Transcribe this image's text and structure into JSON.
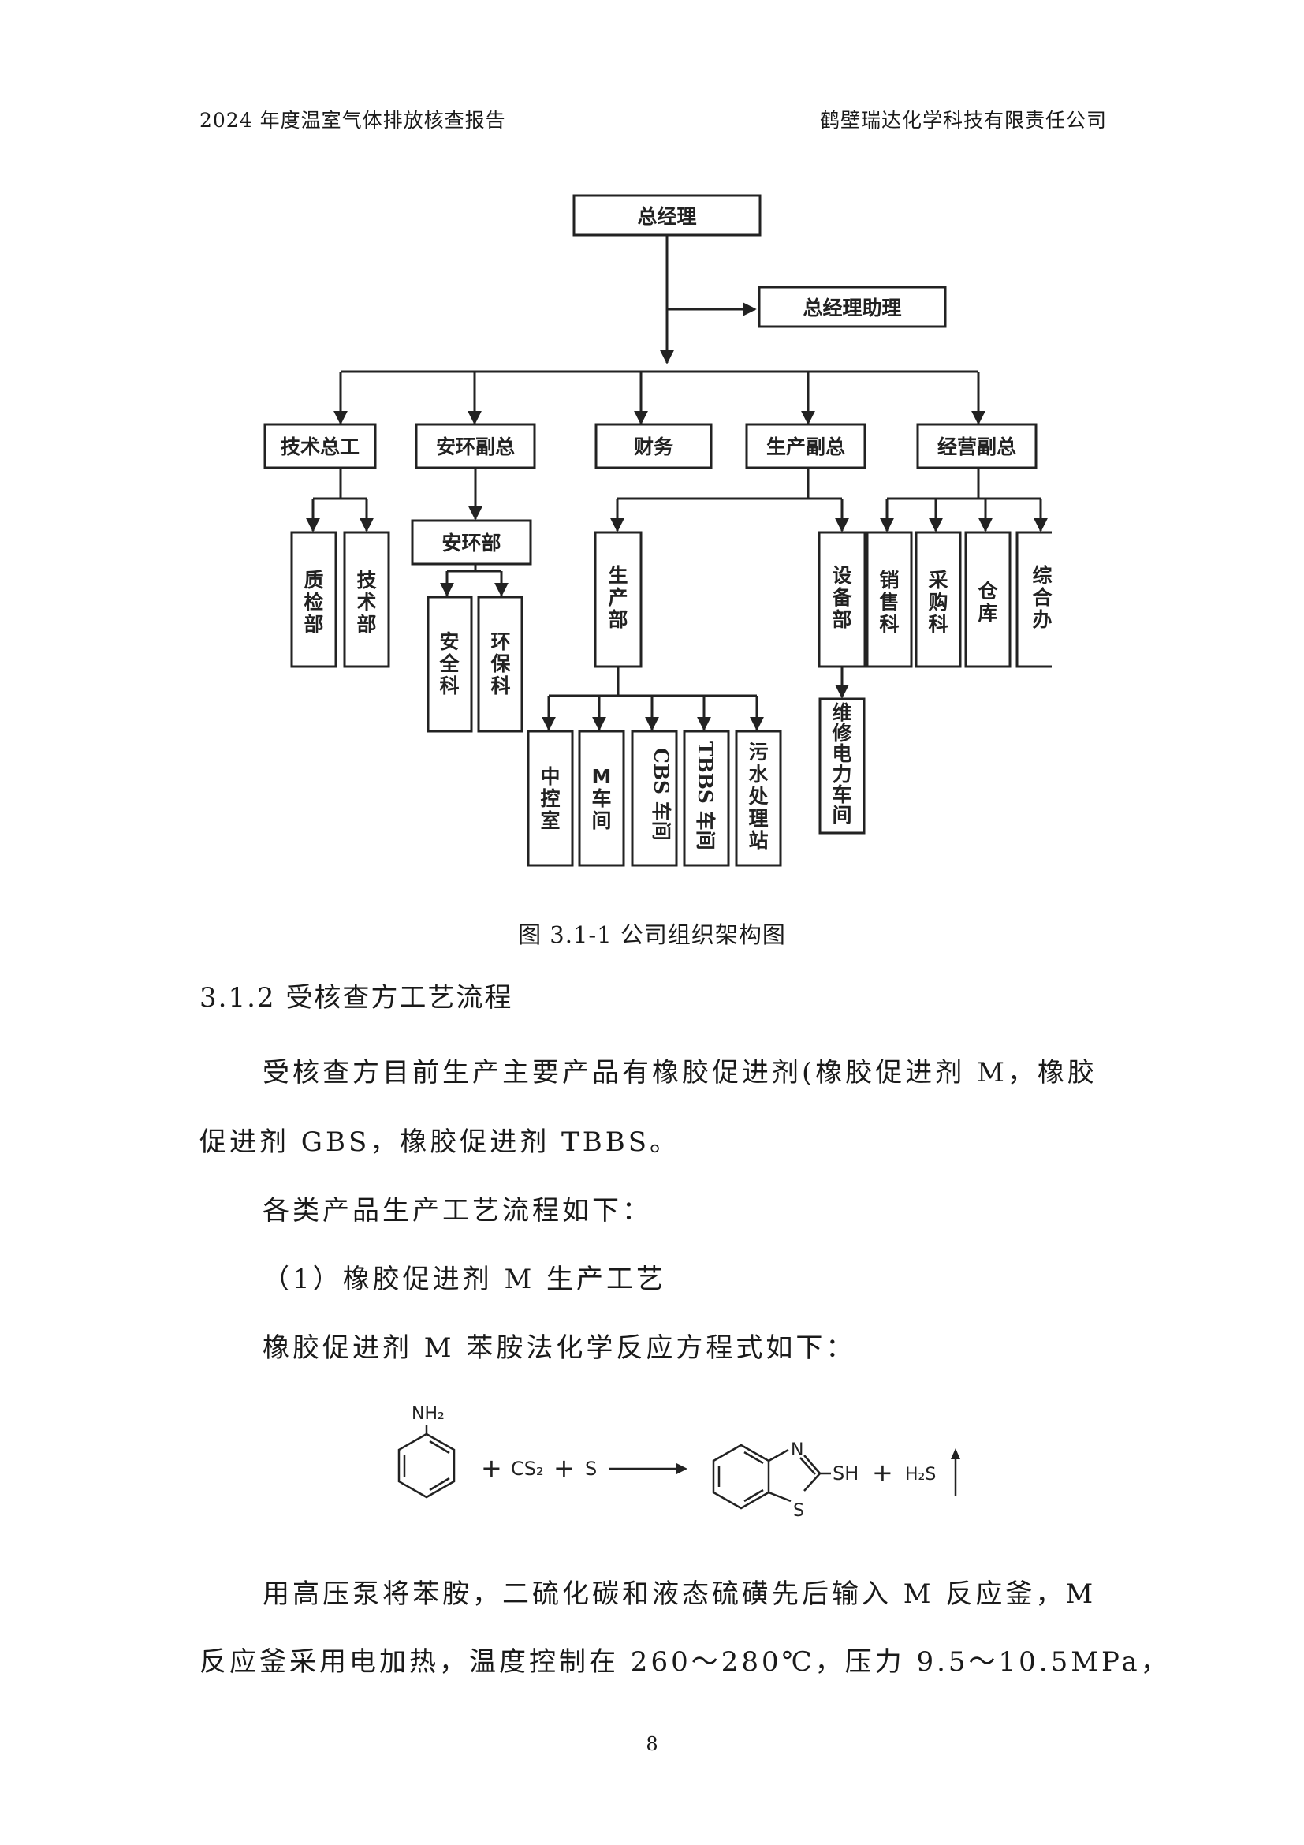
{
  "header": {
    "left": "2024 年度温室气体排放核查报告",
    "right": "鹤壁瑞达化学科技有限责任公司"
  },
  "org_chart": {
    "top": "总经理",
    "assistant": "总经理助理",
    "level2": [
      "技术总工",
      "安环副总",
      "财务",
      "生产副总",
      "经营副总"
    ],
    "tech": [
      "质检部",
      "技术部"
    ],
    "env_dept": "安环部",
    "env": [
      "安全科",
      "环保科"
    ],
    "production_dept": "生产部",
    "production": [
      "中控室",
      "M车间",
      "CBS车间",
      "TBBS车间",
      "污水处理站"
    ],
    "equipment_dept": "设备部",
    "maintenance": "维修电力车间",
    "business": [
      "销售科",
      "采购科",
      "仓库",
      "综合办"
    ]
  },
  "caption": "图 3.1-1  公司组织架构图",
  "section_heading": "3.1.2  受核查方工艺流程",
  "paragraphs": {
    "p1_line1": "受核查方目前生产主要产品有橡胶促进剂(橡胶促进剂 M，橡胶",
    "p1_line2": "促进剂 GBS，橡胶促进剂 TBBS。",
    "p2": "各类产品生产工艺流程如下：",
    "p3": "（1）橡胶促进剂 M 生产工艺",
    "p4": "橡胶促进剂  M   苯胺法化学反应方程式如下：",
    "p5_line1": "用高压泵将苯胺，二硫化碳和液态硫磺先后输入  M  反应釜，M",
    "p5_line2": "反应釜采用电加热，温度控制在 260～280℃，压力 9.5～10.5MPa，"
  },
  "equation": {
    "nh2": "NH₂",
    "plus1": "+",
    "cs2": "CS₂",
    "plus2": "+",
    "s": "S",
    "ring_n": "N",
    "ring_s": "S",
    "sh": "SH",
    "plus3": "+",
    "h2s": "H₂S"
  },
  "page_number": "8"
}
